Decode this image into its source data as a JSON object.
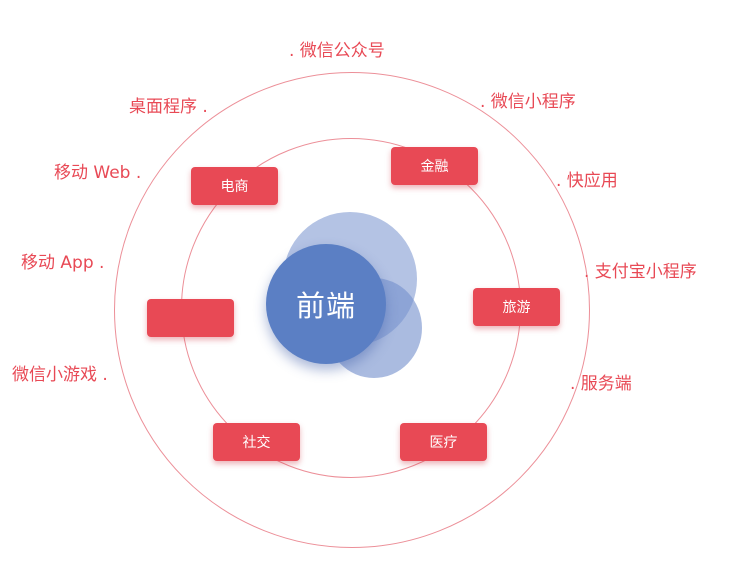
{
  "center": {
    "label": "前端"
  },
  "inner_tags": {
    "dianshang": "电商",
    "jinrong": "金融",
    "blank": "",
    "lvyou": "旅游",
    "shejiao": "社交",
    "yiliao": "医疗"
  },
  "outer_labels": {
    "gongzhonghao": ". 微信公众号",
    "xiaochengxu": ". 微信小程序",
    "zhuomian": "桌面程序 .",
    "kuaiyingyong": ". 快应用",
    "web": "移动 Web .",
    "zhifubao": ". 支付宝小程序",
    "app": "移动 App .",
    "fuwuduan": ". 服务端",
    "xiaoyouxi": "微信小游戏 ."
  },
  "colors": {
    "accent_red": "#e84955",
    "ring_line": "#ec8f98",
    "center_blue": "#5b7fc4",
    "bubble_light_blue": "#7691cd"
  }
}
